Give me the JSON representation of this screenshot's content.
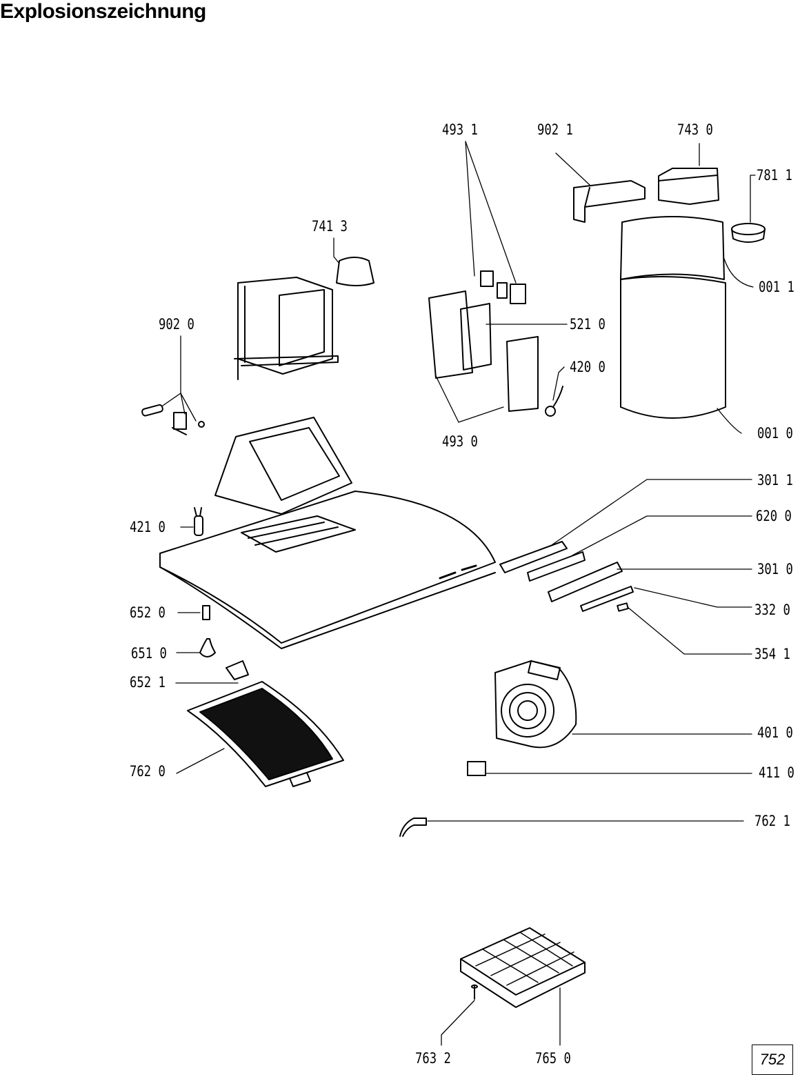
{
  "title": "Explosionszeichnung",
  "page_number": "752",
  "parts": {
    "p4931": "493 1",
    "p9021": "902 1",
    "p7430": "743 0",
    "p7811": "781 1",
    "p7413": "741 3",
    "p0011": "001 1",
    "p9020": "902 0",
    "p5210": "521 0",
    "p4200": "420 0",
    "p4930": "493 0",
    "p0010": "001 0",
    "p3011": "301 1",
    "p4210": "421 0",
    "p6200": "620 0",
    "p3010": "301 0",
    "p6520": "652 0",
    "p3320": "332 0",
    "p6510": "651 0",
    "p3541": "354 1",
    "p6521": "652 1",
    "p4010": "401 0",
    "p7620": "762 0",
    "p4110": "411 0",
    "p7621": "762 1",
    "p7632": "763 2",
    "p7650": "765 0"
  }
}
